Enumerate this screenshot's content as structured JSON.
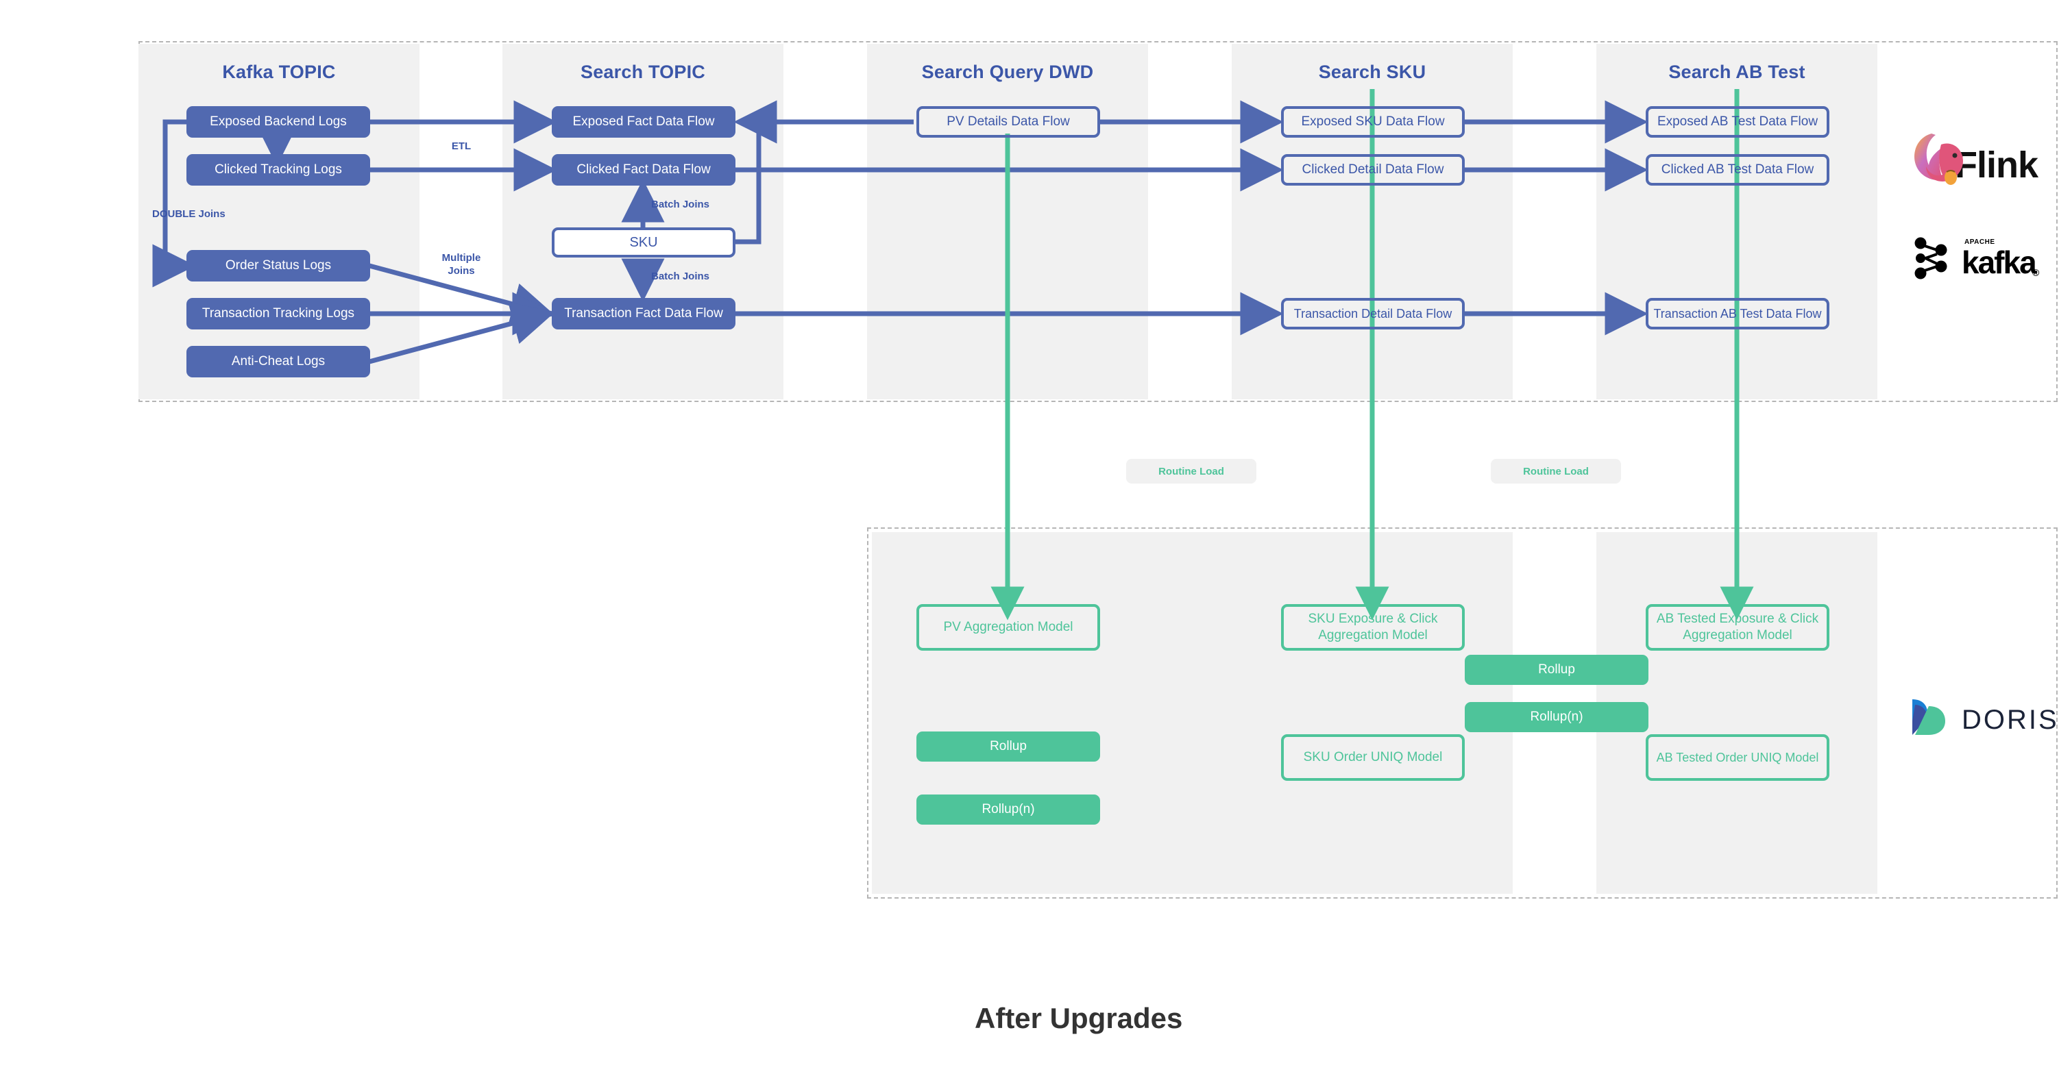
{
  "caption": "After Upgrades",
  "colors": {
    "blue": "#5169b0",
    "blue_text": "#3b56a8",
    "green": "#4ec49a",
    "band": "#f1f1f1",
    "dash": "#b5b5b5",
    "caption_text": "#333333"
  },
  "columns": [
    {
      "id": "kafka-topic",
      "title": "Kafka TOPIC"
    },
    {
      "id": "search-topic",
      "title": "Search TOPIC"
    },
    {
      "id": "search-query-dwd",
      "title": "Search Query DWD"
    },
    {
      "id": "search-sku",
      "title": "Search SKU"
    },
    {
      "id": "search-ab-test",
      "title": "Search AB Test"
    }
  ],
  "kafka_topic": {
    "nodes": [
      {
        "id": "exposed-backend-logs",
        "label": "Exposed Backend Logs"
      },
      {
        "id": "clicked-tracking-logs",
        "label": "Clicked Tracking Logs"
      },
      {
        "id": "order-status-logs",
        "label": "Order Status Logs"
      },
      {
        "id": "transaction-tracking-logs",
        "label": "Transaction Tracking Logs"
      },
      {
        "id": "anti-cheat-logs",
        "label": "Anti-Cheat Logs"
      }
    ],
    "annotation": "DOUBLE Joins"
  },
  "search_topic": {
    "nodes": [
      {
        "id": "exposed-fact-data-flow",
        "label": "Exposed Fact Data Flow"
      },
      {
        "id": "clicked-fact-data-flow",
        "label": "Clicked Fact Data Flow"
      },
      {
        "id": "sku",
        "label": "SKU"
      },
      {
        "id": "transaction-fact-data-flow",
        "label": "Transaction Fact Data Flow"
      }
    ],
    "annotations": {
      "batch_joins_up": "Batch Joins",
      "batch_joins_down": "Batch Joins"
    }
  },
  "search_query_dwd": {
    "nodes": [
      {
        "id": "pv-details-data-flow",
        "label": "PV Details Data Flow"
      }
    ]
  },
  "search_sku": {
    "nodes": [
      {
        "id": "exposed-sku-data-flow",
        "label": "Exposed SKU Data Flow"
      },
      {
        "id": "clicked-detail-data-flow",
        "label": "Clicked Detail Data Flow"
      },
      {
        "id": "transaction-detail-data-flow",
        "label": "Transaction Detail Data Flow"
      }
    ]
  },
  "search_ab_test": {
    "nodes": [
      {
        "id": "exposed-ab-test-data-flow",
        "label": "Exposed AB Test Data Flow"
      },
      {
        "id": "clicked-ab-test-data-flow",
        "label": "Clicked AB Test Data Flow"
      },
      {
        "id": "transaction-ab-test-data-flow",
        "label": "Transaction AB Test Data Flow"
      }
    ]
  },
  "edge_labels": {
    "etl": "ETL",
    "multiple_joins": "Multiple\nJoins",
    "routine_load_1": "Routine Load",
    "routine_load_2": "Routine Load"
  },
  "doris_layer": {
    "pv_column": [
      {
        "id": "pv-aggregation-model",
        "label": "PV Aggregation Model",
        "style": "outline"
      },
      {
        "id": "pv-rollup",
        "label": "Rollup",
        "style": "filled"
      },
      {
        "id": "pv-rollup-n",
        "label": "Rollup(n)",
        "style": "filled"
      }
    ],
    "sku_column": [
      {
        "id": "sku-exposure-click-aggregation-model",
        "label": "SKU Exposure & Click Aggregation Model",
        "style": "outline"
      },
      {
        "id": "sku-order-uniq-model",
        "label": "SKU Order UNIQ Model",
        "style": "outline"
      }
    ],
    "ab_column": [
      {
        "id": "ab-tested-exposure-click-aggregation-model",
        "label": "AB Tested Exposure & Click Aggregation Model",
        "style": "outline"
      },
      {
        "id": "ab-tested-order-uniq-model",
        "label": "AB Tested Order UNIQ Model",
        "style": "outline"
      }
    ],
    "bridge": [
      {
        "id": "bridge-rollup",
        "label": "Rollup",
        "style": "filled"
      },
      {
        "id": "bridge-rollup-n",
        "label": "Rollup(n)",
        "style": "filled"
      }
    ]
  },
  "logos": {
    "flink": "Flink",
    "kafka": "kafka",
    "kafka_superscript": "APACHE",
    "kafka_registered": "®",
    "doris": "DORIS"
  }
}
